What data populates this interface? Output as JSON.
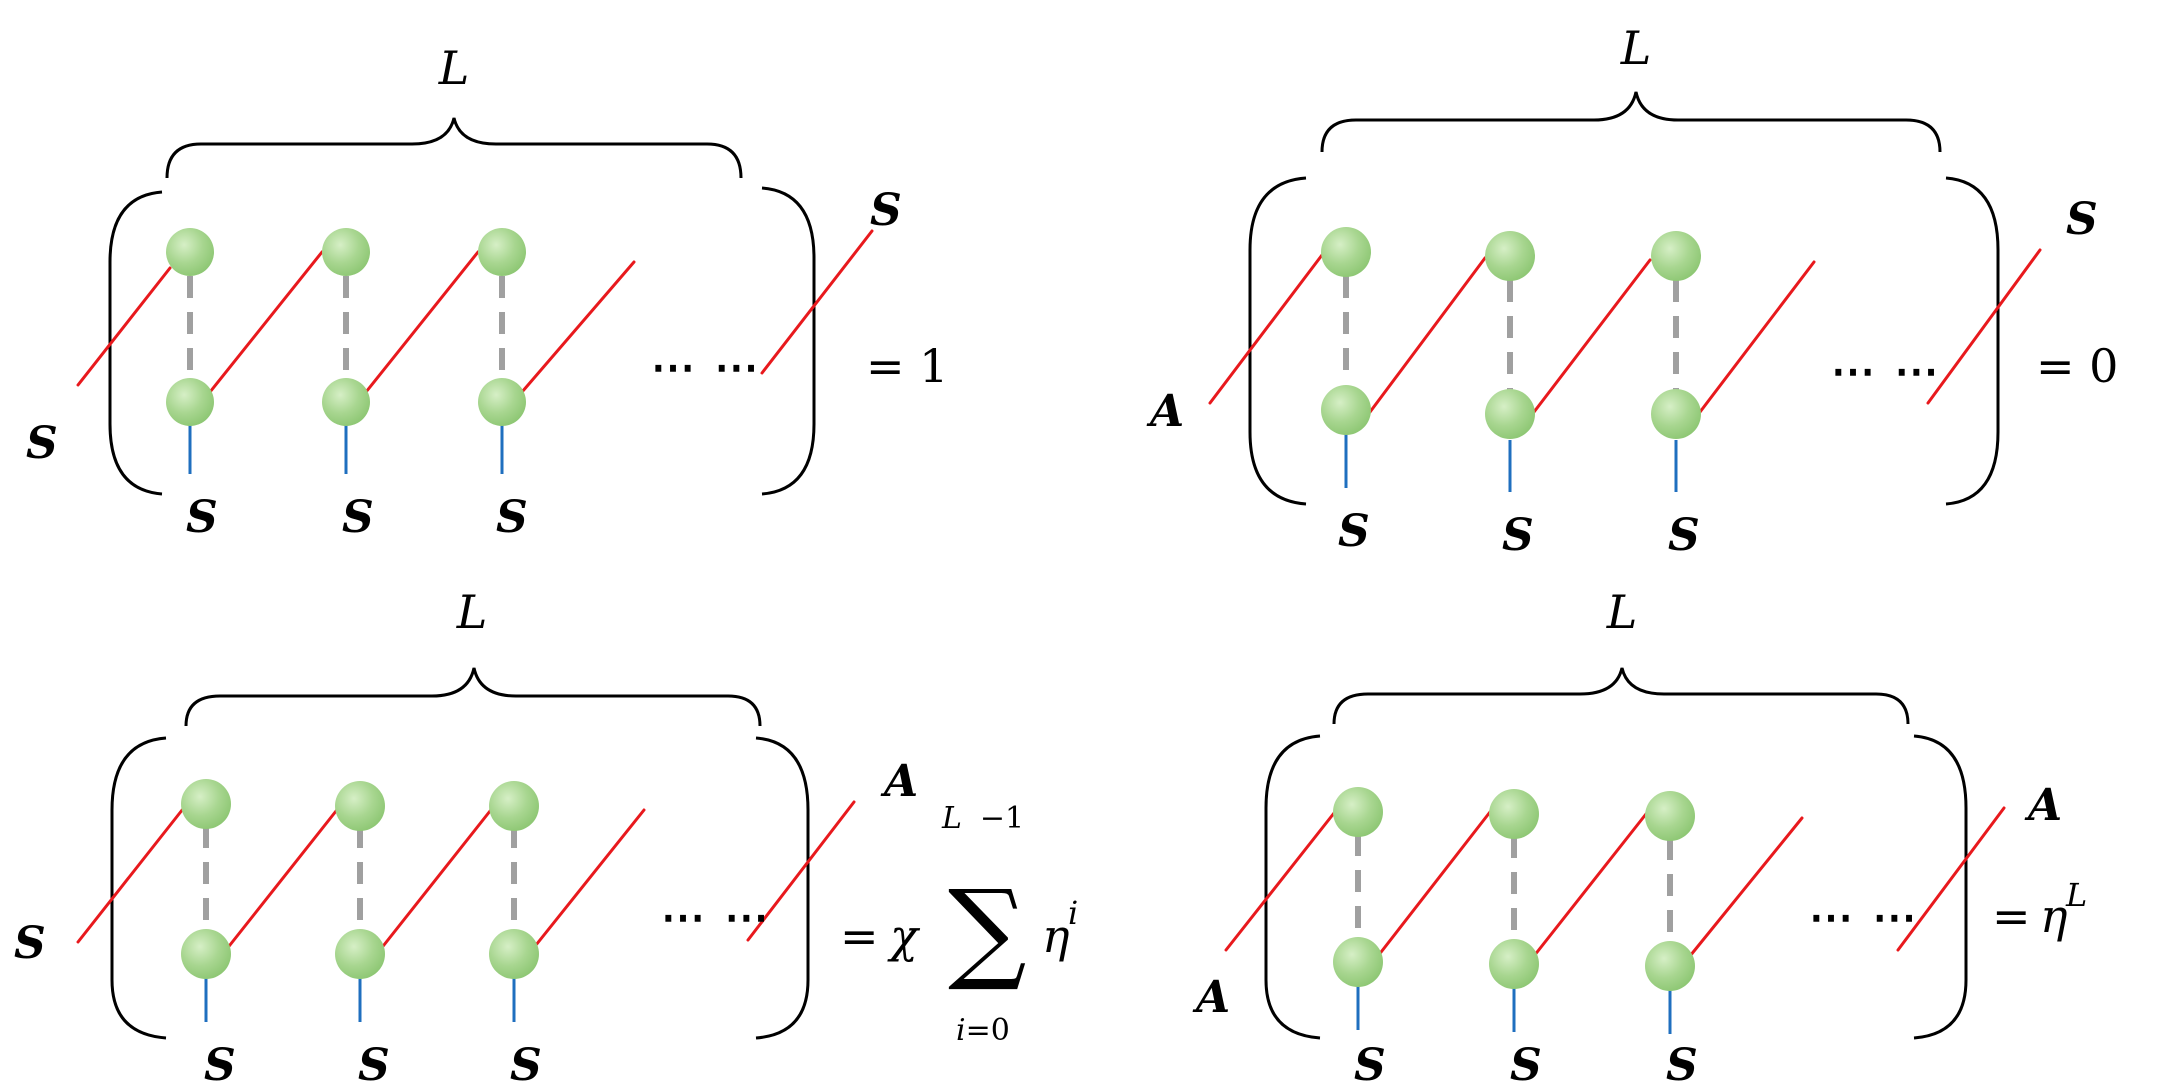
{
  "colors": {
    "node_fill": "#a8d690",
    "node_highlight": "#d6efc6",
    "red_line": "#e8191d",
    "blue_leg": "#1f6fbf",
    "dash": "#a0a0a0",
    "stroke": "#000000"
  },
  "panels": [
    {
      "id": "top-left",
      "brace_label": "L",
      "left_label": "S",
      "right_label": "S",
      "bottom_labels": [
        "S",
        "S",
        "S"
      ],
      "dots": "⋯ ⋯",
      "equation": {
        "text": "= 1"
      }
    },
    {
      "id": "top-right",
      "brace_label": "L",
      "left_label": "A",
      "right_label": "S",
      "bottom_labels": [
        "S",
        "S",
        "S"
      ],
      "dots": "⋯ ⋯",
      "equation": {
        "text": "= 0"
      }
    },
    {
      "id": "bottom-left",
      "brace_label": "L",
      "left_label": "S",
      "right_label": "A",
      "bottom_labels": [
        "S",
        "S",
        "S"
      ],
      "dots": "⋯ ⋯",
      "equation": {
        "eq_sign": "=",
        "chi": "χ",
        "sum_symbol": "∑",
        "upper_var": "L",
        "upper_rest": "−1",
        "lower_var": "i",
        "lower_rest": "=0",
        "eta": "η",
        "exponent": "i"
      }
    },
    {
      "id": "bottom-right",
      "brace_label": "L",
      "left_label": "A",
      "right_label": "A",
      "bottom_labels": [
        "S",
        "S",
        "S"
      ],
      "dots": "⋯ ⋯",
      "equation": {
        "eq_sign": "=",
        "eta": "η",
        "exponent": "L"
      }
    }
  ]
}
